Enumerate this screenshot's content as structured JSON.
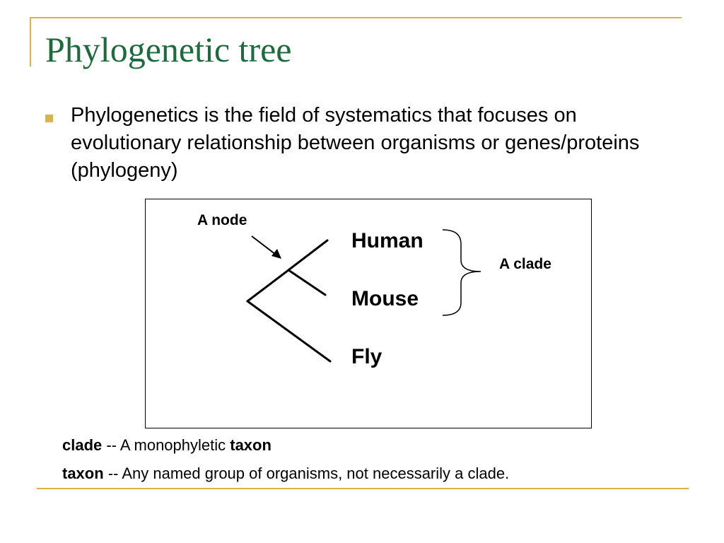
{
  "slide": {
    "title": "Phylogenetic tree",
    "bullet": "Phylogenetics is the field of systematics that focuses on evolutionary relationship between organisms or genes/proteins (phylogeny)",
    "accent_color": "#d9b44a",
    "title_color": "#1d6b3c"
  },
  "diagram": {
    "node_label": "A node",
    "clade_label": "A clade",
    "taxa": [
      "Human",
      "Mouse",
      "Fly"
    ]
  },
  "definitions": [
    {
      "term": "clade",
      "text": " -- A monophyletic ",
      "term2": "taxon"
    },
    {
      "term": "taxon",
      "text": " -- Any named group of organisms, not necessarily a clade."
    }
  ]
}
